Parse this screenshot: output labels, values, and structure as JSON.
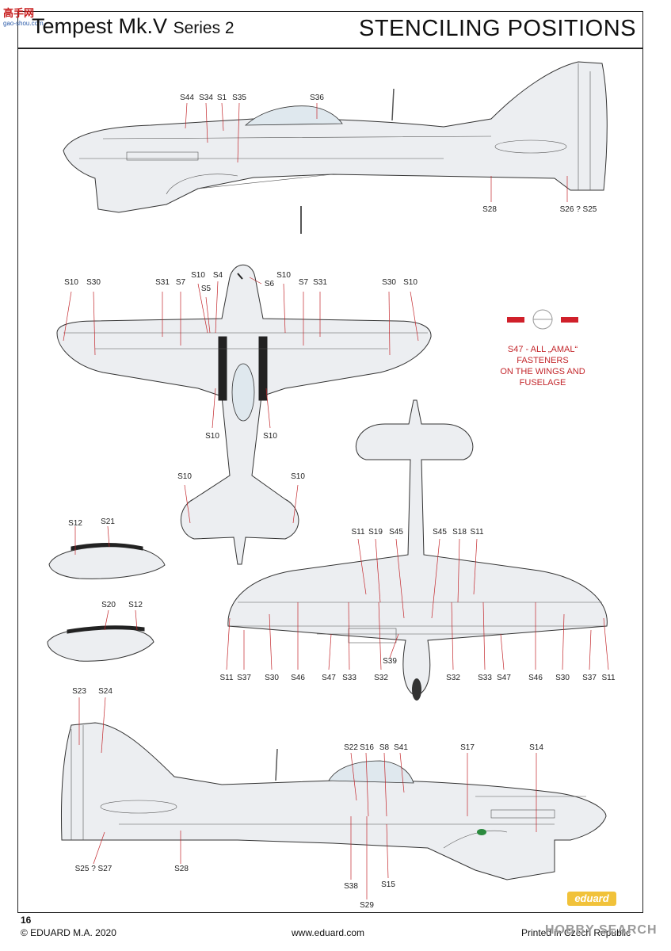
{
  "header": {
    "title": "Tempest Mk.V",
    "series": "Series 2",
    "section_title": "STENCILING POSITIONS"
  },
  "watermark": {
    "brand": "高手网",
    "url": "gao-shou.com",
    "right": "HOBBY SEARCH"
  },
  "note": {
    "lines": [
      "S47 - ALL „AMAL“",
      "FASTENERS",
      "ON THE WINGS AND",
      "FUSELAGE"
    ]
  },
  "labels": {
    "side_top": [
      "S44",
      "S34",
      "S1",
      "S35",
      "S36",
      "S28",
      "S26 ? S25"
    ],
    "top_view_top": [
      "S10",
      "S30",
      "S31",
      "S7",
      "S10",
      "S4",
      "S5",
      "S6",
      "S10",
      "S7",
      "S31",
      "S30",
      "S10"
    ],
    "top_view_bottom": [
      "S10",
      "S10",
      "S10",
      "S10"
    ],
    "canopy1": [
      "S12",
      "S21"
    ],
    "canopy2": [
      "S20",
      "S12"
    ],
    "bottom_view_top": [
      "S11",
      "S19",
      "S45",
      "S45",
      "S18",
      "S11"
    ],
    "bottom_view_bottom": [
      "S11",
      "S37",
      "S30",
      "S46",
      "S47",
      "S33",
      "S32",
      "S39",
      "S32",
      "S33",
      "S47",
      "S46",
      "S30",
      "S37",
      "S11"
    ],
    "side_bottom_top": [
      "S23",
      "S24",
      "S22",
      "S16",
      "S8",
      "S41",
      "S17",
      "S14"
    ],
    "side_bottom_bottom": [
      "S25 ? S27",
      "S28",
      "S38",
      "S15",
      "S29"
    ]
  },
  "footer": {
    "page_number": "16",
    "copyright": "© EDUARD M.A. 2020",
    "website": "www.eduard.com",
    "printed": "Printed in Czech Republic",
    "logo": "eduard"
  }
}
